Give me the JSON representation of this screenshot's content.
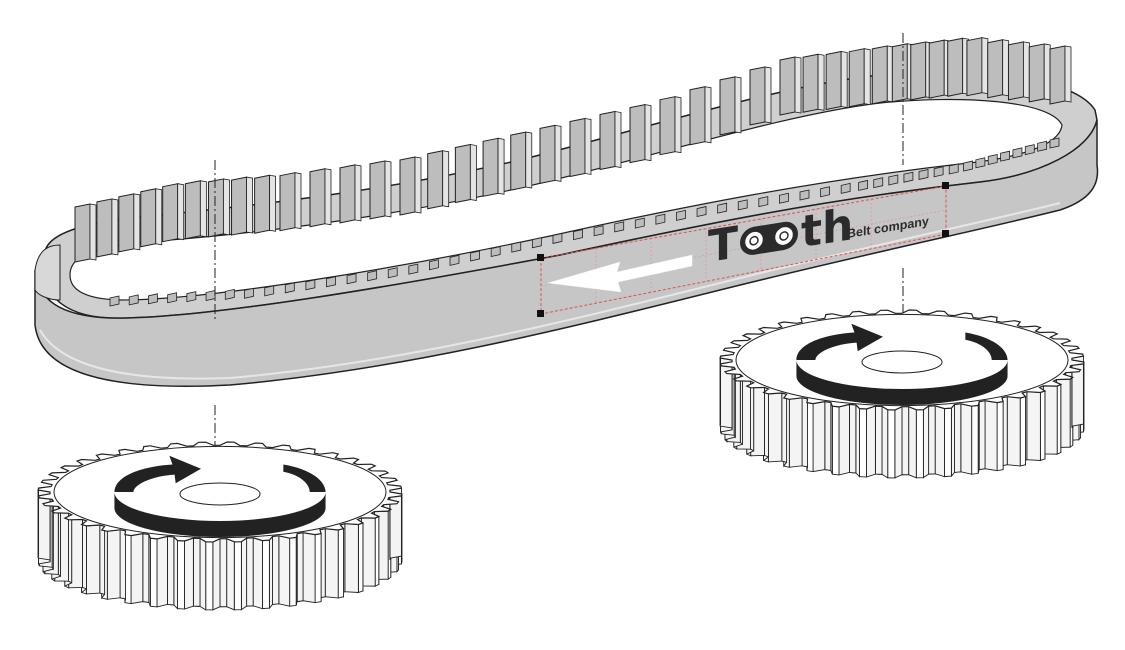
{
  "logo": {
    "word_part1": "T",
    "word_part2": "th",
    "tagline": "Belt company"
  },
  "colors": {
    "belt_fill": "#c8c8c8",
    "belt_tooth": "#bdbdbd",
    "belt_stroke": "#222222",
    "gear_fill": "#ffffff",
    "arrow_fill": "#222222",
    "selection_box": "#e05050",
    "background": "#ffffff"
  },
  "icons": {
    "direction_arrow": "arrow-left-icon",
    "rotation_arrow": "rotation-arrow-icon",
    "logo_bearings": "bearing-icon"
  }
}
